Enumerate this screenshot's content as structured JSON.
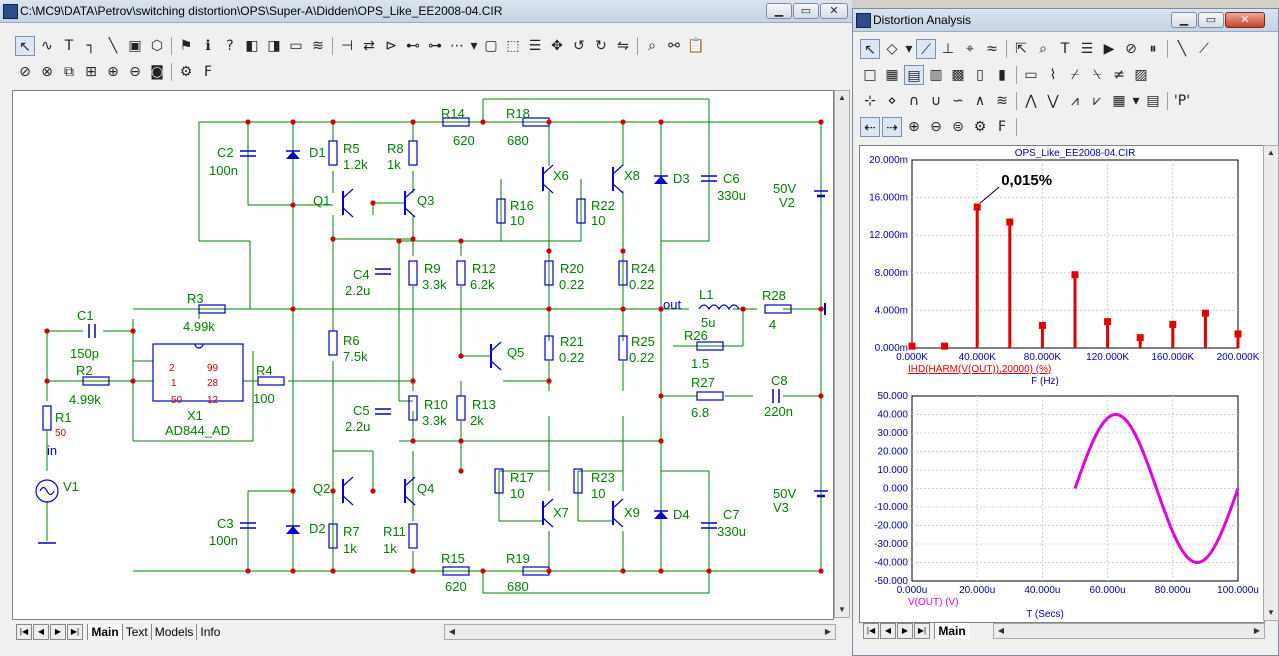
{
  "main_window": {
    "title": "C:\\MC9\\DATA\\Petrov\\switching distortion\\OPS\\Super-A\\Didden\\OPS_Like_EE2008-04.CIR",
    "tabs": [
      "Main",
      "Text",
      "Models",
      "Info"
    ],
    "active_tab": "Main"
  },
  "window_buttons": {
    "minimize": "▁",
    "restore": "▭",
    "close": "✕"
  },
  "toolbar_icons": {
    "main_row1": [
      "select-arrow",
      "wire",
      "text",
      "wire-corner",
      "line",
      "comment",
      "polygon",
      "flag",
      "info",
      "help",
      "component",
      "component-2",
      "text-box",
      "attribute",
      "pin",
      "bus",
      "gate",
      "bus-line",
      "connector",
      "grid",
      "dropdown",
      "window",
      "select-box",
      "properties",
      "move",
      "rotate-left",
      "rotate-right",
      "mirror",
      "find",
      "binoculars",
      "clipboard"
    ],
    "main_row2": [
      "stop",
      "cancel",
      "copy",
      "paste",
      "zoom-in",
      "zoom-out",
      "camera",
      "settings",
      "font"
    ],
    "dist_row1": [
      "select-arrow",
      "shapes",
      "dropdown",
      "graph",
      "axis",
      "cursor",
      "trace",
      "pointer",
      "find",
      "text",
      "properties",
      "run",
      "stop",
      "pause",
      "line",
      "diagonal"
    ],
    "dist_row2": [
      "one-plot",
      "grid-plot",
      "minor-grid",
      "major-grid",
      "fine-grid",
      "layout",
      "layout-2",
      "border",
      "spline",
      "cursor-a",
      "cursor-b",
      "cursor-c",
      "image"
    ],
    "dist_row3": [
      "peak",
      "valley",
      "high",
      "low",
      "inflect",
      "slope",
      "level",
      "global-high",
      "global-low",
      "top",
      "bottom",
      "spectrum",
      "dropdown",
      "table",
      "P-cursor"
    ],
    "dist_row4": [
      "cursor-left",
      "cursor-right",
      "zoom-in",
      "zoom-out",
      "zoom-fit",
      "settings",
      "font"
    ]
  },
  "schematic": {
    "labels": [
      {
        "t": "C2"
      },
      {
        "t": "100n"
      },
      {
        "t": "D1"
      },
      {
        "t": "R5"
      },
      {
        "t": "1.2k"
      },
      {
        "t": "R8"
      },
      {
        "t": "1k"
      },
      {
        "t": "R14"
      },
      {
        "t": "620"
      },
      {
        "t": "R18"
      },
      {
        "t": "680"
      },
      {
        "t": "X6"
      },
      {
        "t": "X8"
      },
      {
        "t": "D3"
      },
      {
        "t": "C6"
      },
      {
        "t": "330u"
      },
      {
        "t": "50V"
      },
      {
        "t": "V2"
      },
      {
        "t": "Q1"
      },
      {
        "t": "Q3"
      },
      {
        "t": "R16"
      },
      {
        "t": "10"
      },
      {
        "t": "R22"
      },
      {
        "t": "10"
      },
      {
        "t": "C4"
      },
      {
        "t": "2.2u"
      },
      {
        "t": "R9"
      },
      {
        "t": "3.3k"
      },
      {
        "t": "R12"
      },
      {
        "t": "6.2k"
      },
      {
        "t": "R20"
      },
      {
        "t": "0.22"
      },
      {
        "t": "R24"
      },
      {
        "t": "0.22"
      },
      {
        "t": "C1"
      },
      {
        "t": "R3"
      },
      {
        "t": "4.99k"
      },
      {
        "t": "out"
      },
      {
        "t": "L1"
      },
      {
        "t": "5u"
      },
      {
        "t": "R28"
      },
      {
        "t": "4"
      },
      {
        "t": "2"
      },
      {
        "t": "99"
      },
      {
        "t": "150p"
      },
      {
        "t": "R6"
      },
      {
        "t": "7.5k"
      },
      {
        "t": "Q5"
      },
      {
        "t": "R21"
      },
      {
        "t": "0.22"
      },
      {
        "t": "R25"
      },
      {
        "t": "0.22"
      },
      {
        "t": "R26"
      },
      {
        "t": "1.5"
      },
      {
        "t": "R2"
      },
      {
        "t": "1"
      },
      {
        "t": "28"
      },
      {
        "t": "R4"
      },
      {
        "t": "4.99k"
      },
      {
        "t": "50"
      },
      {
        "t": "12"
      },
      {
        "t": "100"
      },
      {
        "t": "R27"
      },
      {
        "t": "C8"
      },
      {
        "t": "6.8"
      },
      {
        "t": "220n"
      },
      {
        "t": "R1"
      },
      {
        "t": "50"
      },
      {
        "t": "X1"
      },
      {
        "t": "AD844_AD"
      },
      {
        "t": "C5"
      },
      {
        "t": "2.2u"
      },
      {
        "t": "R10"
      },
      {
        "t": "3.3k"
      },
      {
        "t": "R13"
      },
      {
        "t": "2k"
      },
      {
        "t": "in"
      },
      {
        "t": "V1"
      },
      {
        "t": "R17"
      },
      {
        "t": "10"
      },
      {
        "t": "R23"
      },
      {
        "t": "10"
      },
      {
        "t": "Q2"
      },
      {
        "t": "Q4"
      },
      {
        "t": "50V"
      },
      {
        "t": "V3"
      },
      {
        "t": "X7"
      },
      {
        "t": "X9"
      },
      {
        "t": "D4"
      },
      {
        "t": "C7"
      },
      {
        "t": "330u"
      },
      {
        "t": "C3"
      },
      {
        "t": "100n"
      },
      {
        "t": "D2"
      },
      {
        "t": "R7"
      },
      {
        "t": "1k"
      },
      {
        "t": "R11"
      },
      {
        "t": "1k"
      },
      {
        "t": "R15"
      },
      {
        "t": "620"
      },
      {
        "t": "R19"
      },
      {
        "t": "680"
      }
    ]
  },
  "distortion_window": {
    "title": "Distortion Analysis",
    "tabs": [
      "Main"
    ],
    "active_tab": "Main"
  },
  "chart_data": [
    {
      "type": "bar",
      "title": "OPS_Like_EE2008-04.CIR",
      "xlabel": "F (Hz)",
      "ylabel": "",
      "series_label": "IHD(HARM(V(OUT)),20000) (%)",
      "x_ticks": [
        "0.000K",
        "40.000K",
        "80.000K",
        "120.000K",
        "160.000K",
        "200.000K"
      ],
      "y_ticks": [
        "0.000m",
        "4.000m",
        "8.000m",
        "12.000m",
        "16.000m",
        "20.000m"
      ],
      "xlim": [
        0,
        200000
      ],
      "ylim": [
        0,
        0.02
      ],
      "x": [
        0,
        20000,
        40000,
        60000,
        80000,
        100000,
        120000,
        140000,
        160000,
        180000,
        200000
      ],
      "values": [
        0.0002,
        0.0002,
        0.015,
        0.0134,
        0.0024,
        0.0078,
        0.0028,
        0.0011,
        0.0025,
        0.0037,
        0.0015
      ],
      "annotation": "0,015%",
      "color": "#e00000"
    },
    {
      "type": "line",
      "xlabel": "T (Secs)",
      "ylabel": "",
      "series_label": "V(OUT) (V)",
      "x_ticks": [
        "0.000u",
        "20.000u",
        "40.000u",
        "60.000u",
        "80.000u",
        "100.000u"
      ],
      "y_ticks": [
        "50.000",
        "40.000",
        "30.000",
        "20.000",
        "10.000",
        "0.000",
        "-10.000",
        "-20.000",
        "-30.000",
        "-40.000",
        "-50.000"
      ],
      "xlim": [
        0,
        0.0001
      ],
      "ylim": [
        -50,
        50
      ],
      "series": [
        {
          "x_start": 5e-05,
          "x_end": 0.0001,
          "amplitude": 40,
          "frequency": 20000
        }
      ],
      "color": "#e000e0"
    }
  ]
}
